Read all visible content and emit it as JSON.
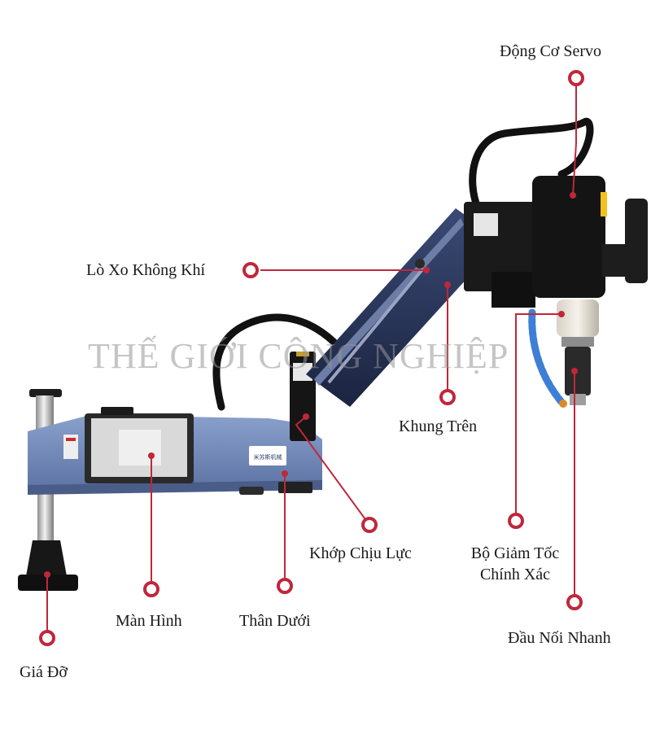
{
  "watermark": "THẾ GIỚI CÔNG NGHIỆP",
  "device": {
    "badge_text": "米苏斯机械"
  },
  "labels": {
    "servo_motor": "Động Cơ Servo",
    "air_spring": "Lò Xo Không Khí",
    "upper_frame": "Khung Trên",
    "load_joint": "Khớp Chịu Lực",
    "reducer_line1": "Bộ Giảm Tốc",
    "reducer_line2": "Chính Xác",
    "screen": "Màn Hình",
    "lower_body": "Thân Dưới",
    "quick_connector": "Đầu Nối Nhanh",
    "stand": "Giá Đỡ"
  },
  "colors": {
    "callout": "#c0273a",
    "body_blue": "#6f86b6",
    "frame_navy": "#24304f",
    "motor_black": "#141414",
    "coolant_blue": "#3d7fd6"
  }
}
